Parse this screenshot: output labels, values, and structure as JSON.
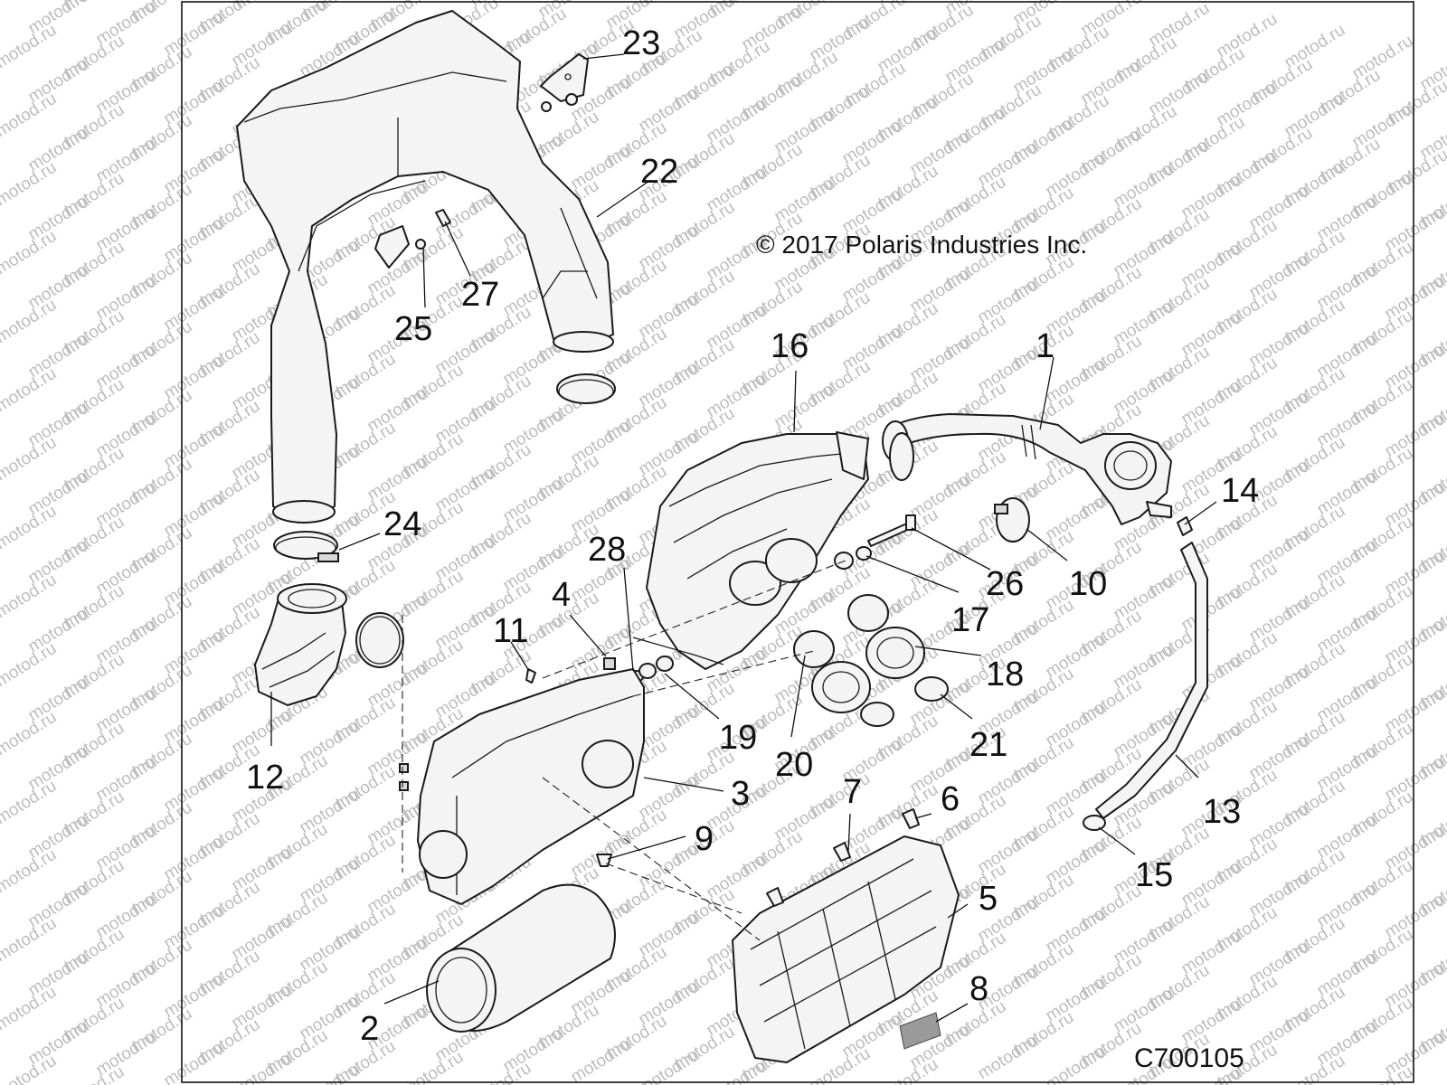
{
  "diagram": {
    "copyright": "© 2017 Polaris Industries Inc.",
    "figure_id": "C700105",
    "watermark": "motod.ru",
    "callouts": [
      "1",
      "2",
      "3",
      "4",
      "5",
      "6",
      "7",
      "8",
      "9",
      "10",
      "11",
      "12",
      "13",
      "14",
      "15",
      "16",
      "17",
      "18",
      "19",
      "20",
      "21",
      "22",
      "23",
      "24",
      "25",
      "26",
      "27",
      "28"
    ],
    "parts": [
      "intake-duct-22",
      "bracket-23",
      "bracket-25",
      "clamp-24",
      "elbow-12",
      "airbox-cover-16",
      "hose-1",
      "clamp-10",
      "fitting-14",
      "hose-13",
      "clamp-15",
      "bolt-26",
      "grommet-17",
      "couplers-18",
      "clamps-20",
      "clamps-21",
      "airbox-base-3",
      "screw-11",
      "clip-4",
      "grommet-28",
      "spacer-19",
      "drain-9",
      "filter-2",
      "cover-5",
      "latch-6",
      "latch-7",
      "label-8"
    ]
  }
}
